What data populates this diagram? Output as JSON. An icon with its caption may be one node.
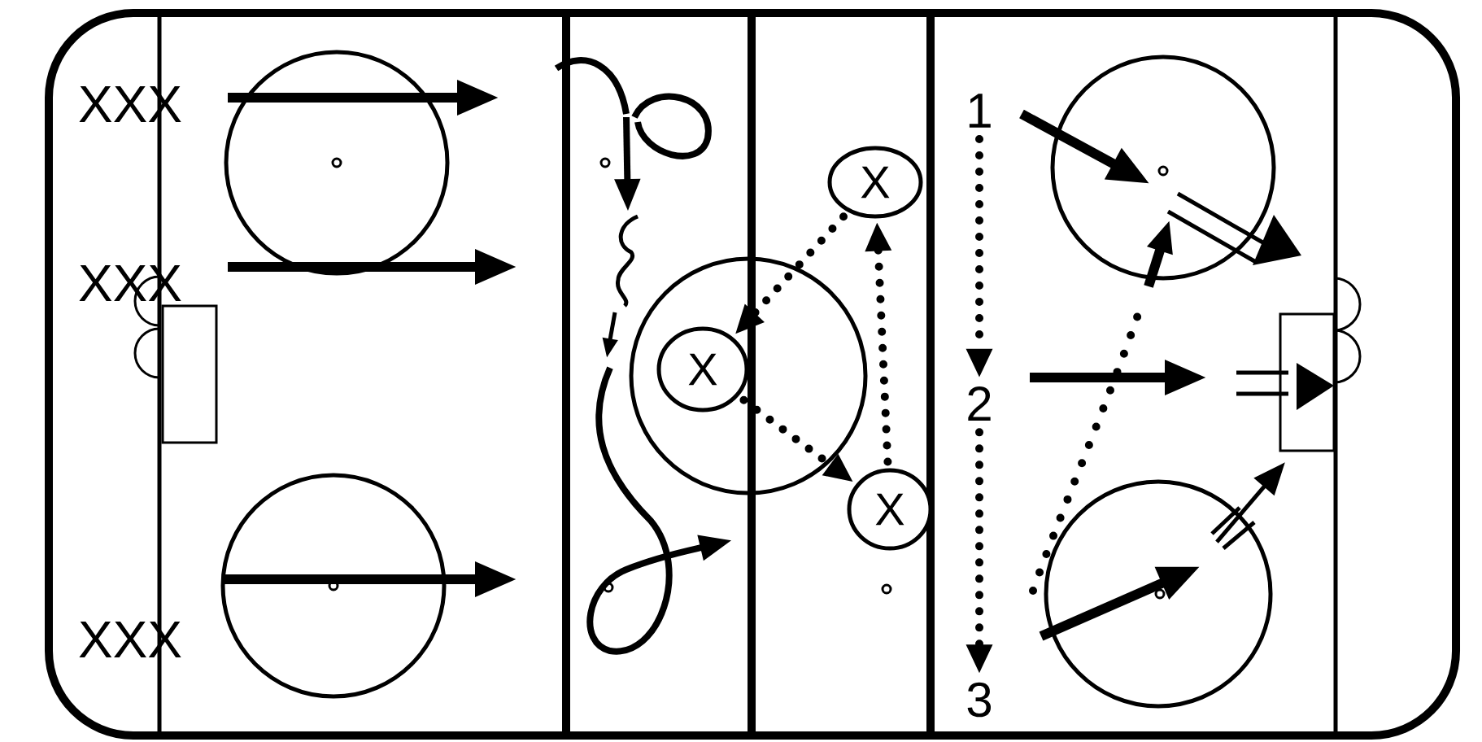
{
  "diagram": {
    "nodes": [
      {
        "text": [
          "X"
        ]
      },
      {
        "text": [
          "X"
        ]
      },
      {
        "text": [
          "X"
        ]
      },
      {
        "text": [
          "1"
        ]
      },
      {
        "text": [
          "2"
        ]
      },
      {
        "text": [
          "3"
        ]
      }
    ],
    "edges": [
      {
        "from": 0,
        "to": 1,
        "arrow": "to",
        "style": "dashed"
      },
      {
        "from": 1,
        "to": 2,
        "arrow": "to",
        "style": "dashed"
      },
      {
        "from": 2,
        "to": 0,
        "arrow": "to",
        "style": "dashed"
      },
      {
        "from": 3,
        "to": 4,
        "arrow": "to",
        "style": "dashed"
      },
      {
        "from": 4,
        "to": 5,
        "arrow": "to",
        "style": "dashed"
      }
    ],
    "labels": [
      "XXX",
      "XXX",
      "XXX"
    ]
  }
}
